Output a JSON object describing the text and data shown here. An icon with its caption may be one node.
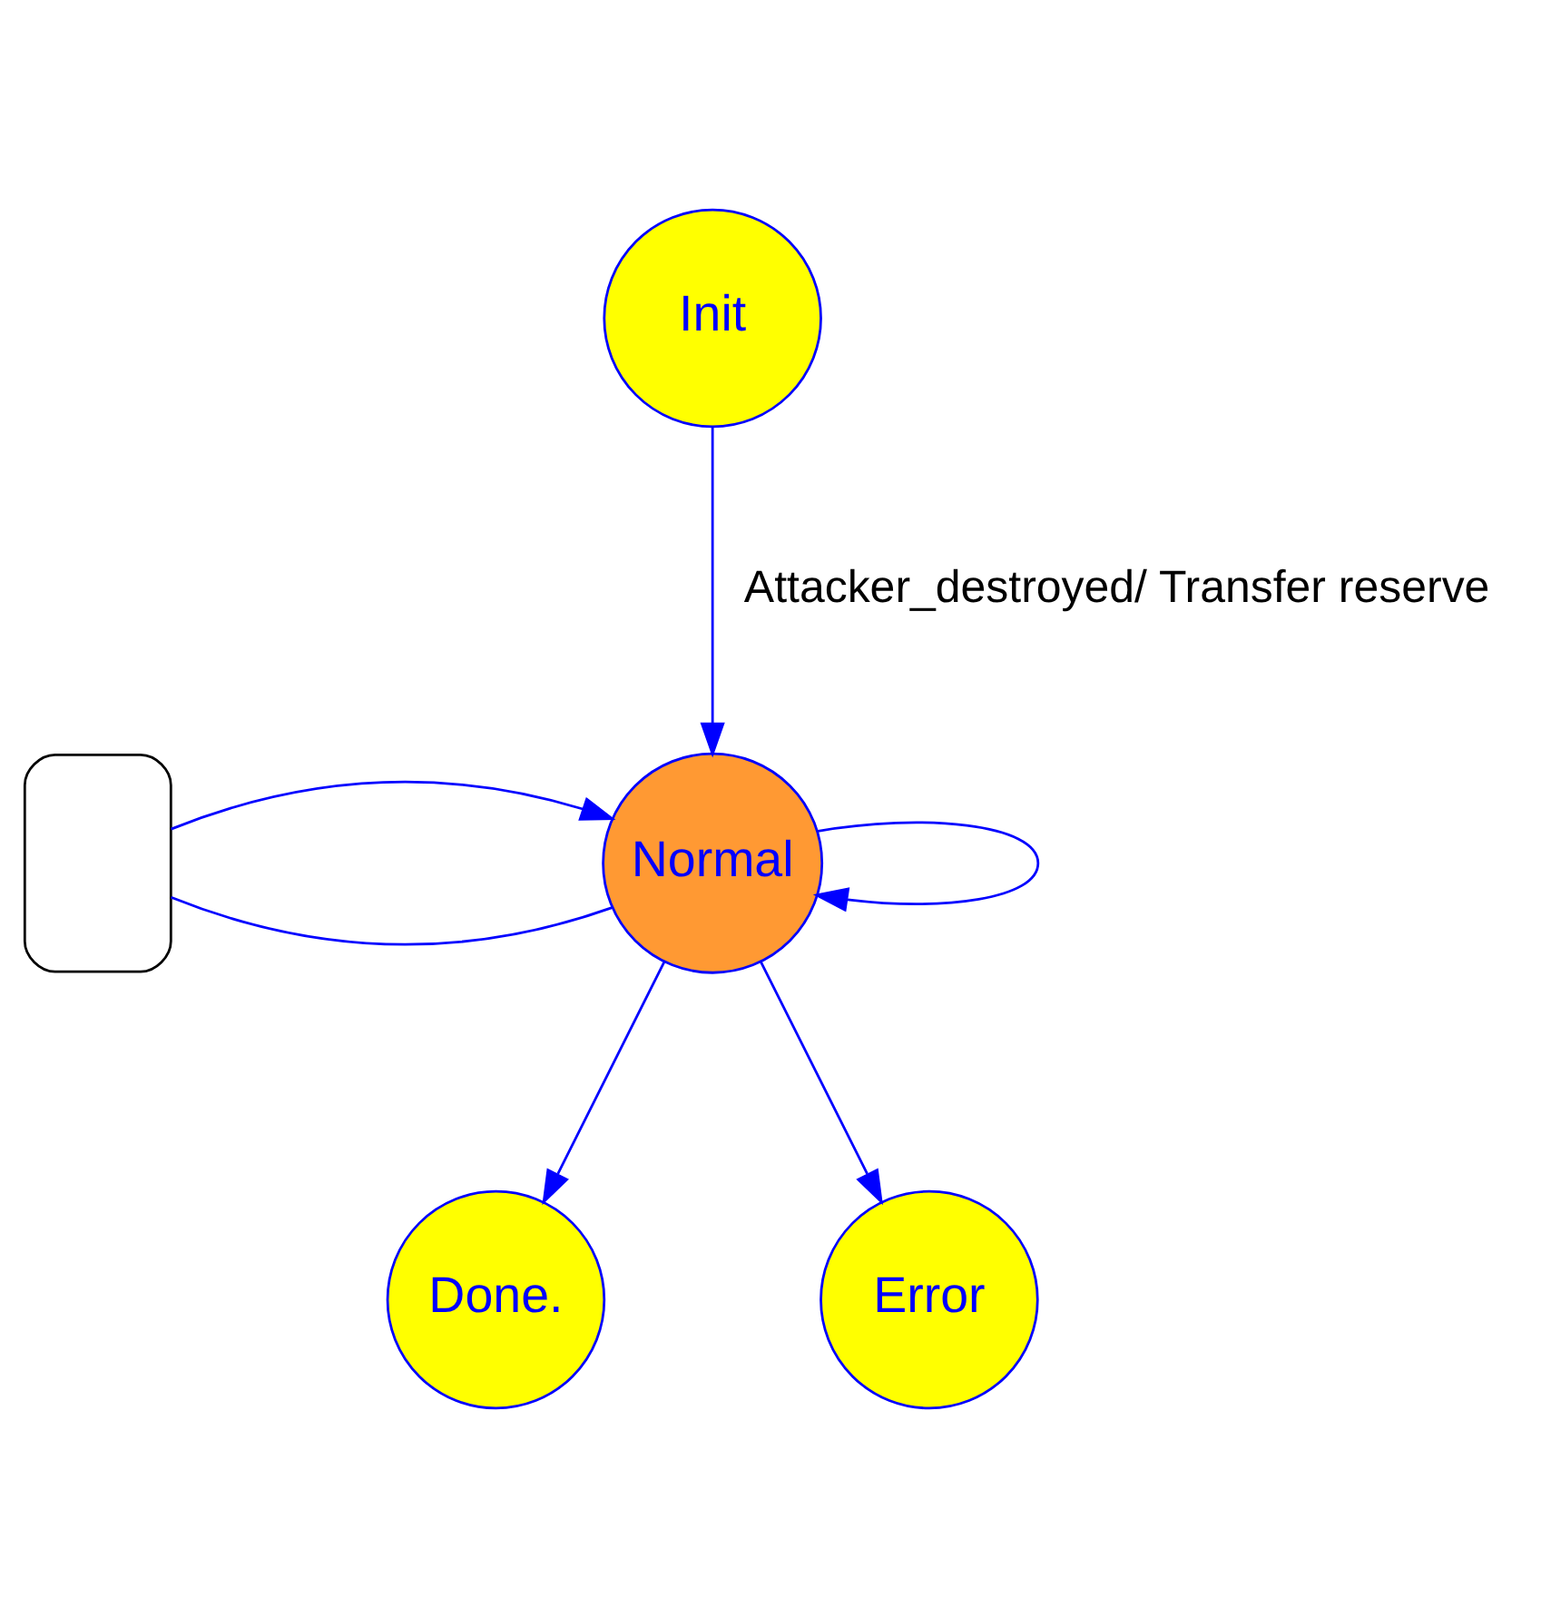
{
  "diagram": {
    "nodes": [
      {
        "text": [
          "Init"
        ]
      },
      {
        "text": [],
        "shape": "box"
      },
      {
        "text": [
          "Normal"
        ]
      },
      {
        "text": [
          "Done."
        ]
      },
      {
        "text": [
          "Error"
        ]
      }
    ],
    "edges": [
      {
        "from": 0,
        "to": 2,
        "arrow": "to",
        "label": "Attacker_destroyed/ Transfer reserve"
      },
      {
        "from": 1,
        "to": 2,
        "arrow": "none"
      },
      {
        "from": 1,
        "to": 2,
        "arrow": "to"
      },
      {
        "from": 2,
        "to": 2,
        "arrow": "to"
      },
      {
        "from": 2,
        "to": 3,
        "arrow": "to"
      },
      {
        "from": 2,
        "to": 4,
        "arrow": "to"
      }
    ]
  }
}
